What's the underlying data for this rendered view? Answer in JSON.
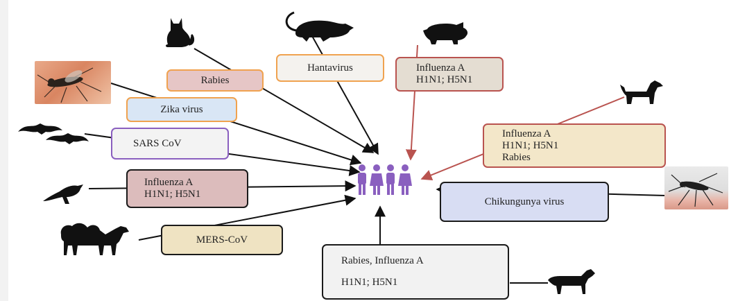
{
  "colors": {
    "arrow_black": "#111111",
    "arrow_red": "#b9534f",
    "people": "#8a5fbf",
    "orange_border": "#f0a24f",
    "red_border": "#b9534f",
    "purple_border": "#8a5fbf",
    "dark_border": "#1a1a1a"
  },
  "labels": {
    "rabies": "Rabies",
    "hantavirus": "Hantavirus",
    "pig_flu": {
      "line1": "Influenza A",
      "line2": "H1N1; H5N1"
    },
    "zika": "Zika virus",
    "sars": "SARS CoV",
    "dog_flu": {
      "line1": "Influenza A",
      "line2": "H1N1; H5N1",
      "line3": "Rabies"
    },
    "bird_flu": {
      "line1": "Influenza A",
      "line2": "H1N1; H5N1"
    },
    "chikungunya": "Chikungunya virus",
    "mers": "MERS-CoV",
    "horse": {
      "line1": "Rabies, Influenza A",
      "line2": "H1N1; H5N1"
    }
  },
  "icons": {
    "cat": "cat-icon",
    "rat": "rat-icon",
    "pig": "pig-icon",
    "dog": "dog-icon",
    "mosquito_top": "mosquito-photo",
    "bats": "bat-icon",
    "bird": "bird-icon",
    "camel": "camel-icon",
    "mosquito_right": "mosquito-photo",
    "horse": "horse-icon",
    "humans": "humans-icon"
  }
}
